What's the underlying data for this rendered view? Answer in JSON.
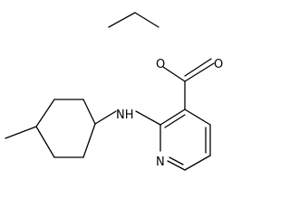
{
  "molecule": {
    "atom_labels": {
      "ester_oxygen": "O",
      "carbonyl_oxygen": "O",
      "amine": "NH",
      "ring_nitrogen": "N"
    },
    "colors": {
      "bond": "#000000",
      "label": "#000000",
      "background": "#ffffff"
    }
  }
}
